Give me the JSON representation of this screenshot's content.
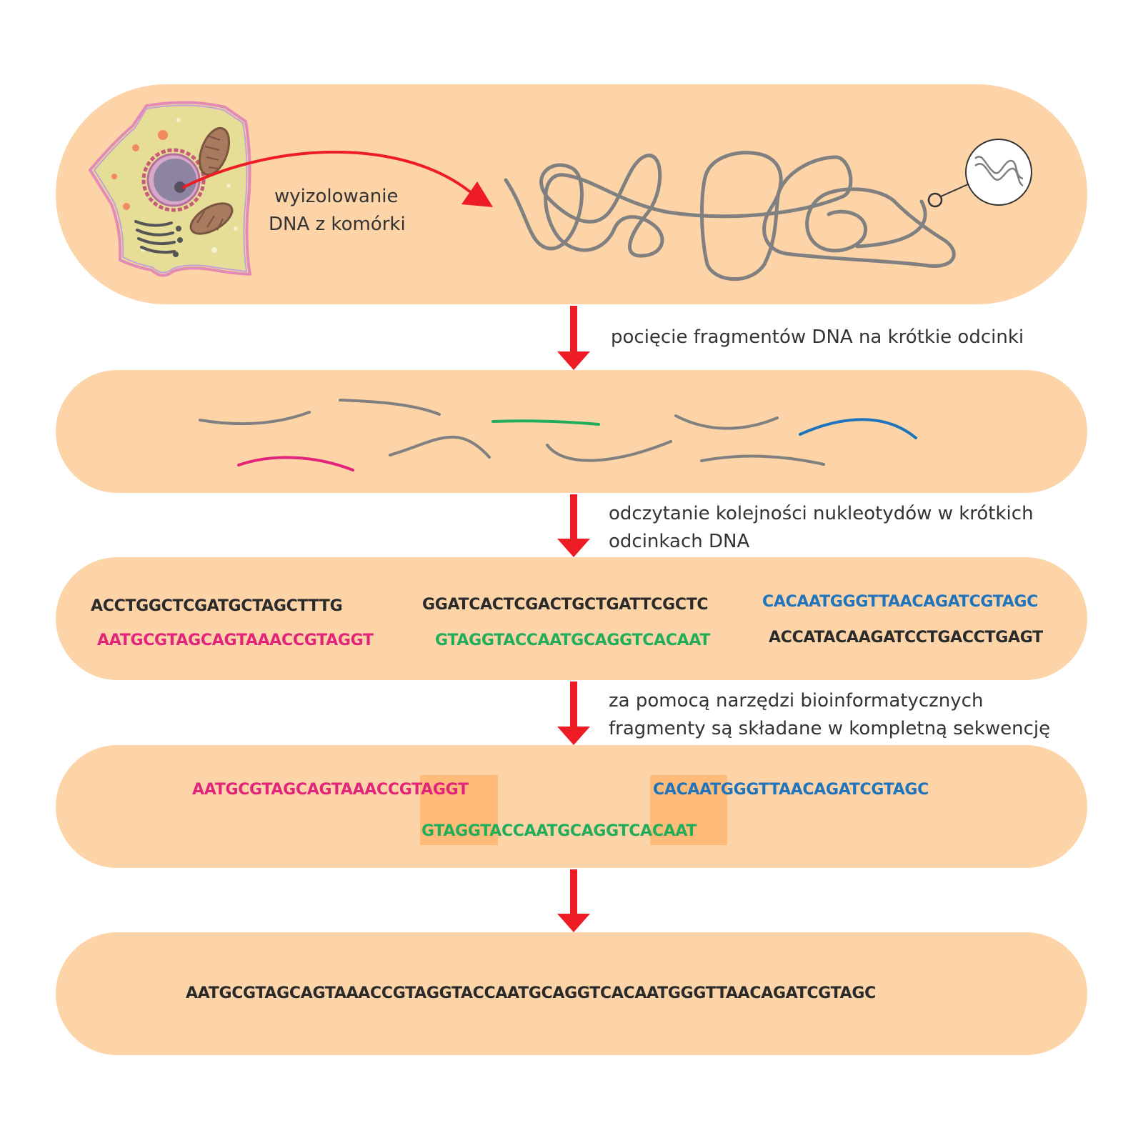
{
  "step1": {
    "label_line1": "wyizolowanie",
    "label_line2": "DNA z komórki"
  },
  "arrows": {
    "step1_to_2": "pocięcie fragmentów DNA na krótkie odcinki",
    "step2_to_3_line1": "odczytanie kolejności nukleotydów w krótkich",
    "step2_to_3_line2": "odcinkach DNA",
    "step3_to_4_line1": "za pomocą narzędzi bioinformatycznych",
    "step3_to_4_line2": "fragmenty są składane w kompletną sekwencję"
  },
  "reads": {
    "r1": "ACCTGGCTCGATGCTAGCTTTG",
    "r2": "GGATCACTCGACTGCTGATTCGCTC",
    "r3": "CACAATGGGTTAACAGATCGTAGC",
    "r4": "AATGCGTAGCAGTAAACCGTAGGT",
    "r5": "GTAGGTACCAATGCAGGTCACAAT",
    "r6": "ACCATACAAGATCCTGACCTGAGT"
  },
  "assembly": {
    "pink": "AATGCGTAGCAGTAAACCGTAGGT",
    "blue": "CACAATGGGTTAACAGATCGTAGC",
    "green": "GTAGGTACCAATGCAGGTCACAAT"
  },
  "final_sequence": "AATGCGTAGCAGTAAACCGTAGGTACCAATGCAGGTCACAATGGGTTAACAGATCGTAGC",
  "colors": {
    "panel": "#fcd4a8",
    "arrow": "#ee1c24",
    "strand": "#808080",
    "pink": "#e2257a",
    "green": "#22ad5a",
    "blue": "#1f74bb",
    "overlap": "#ffbb7a"
  }
}
